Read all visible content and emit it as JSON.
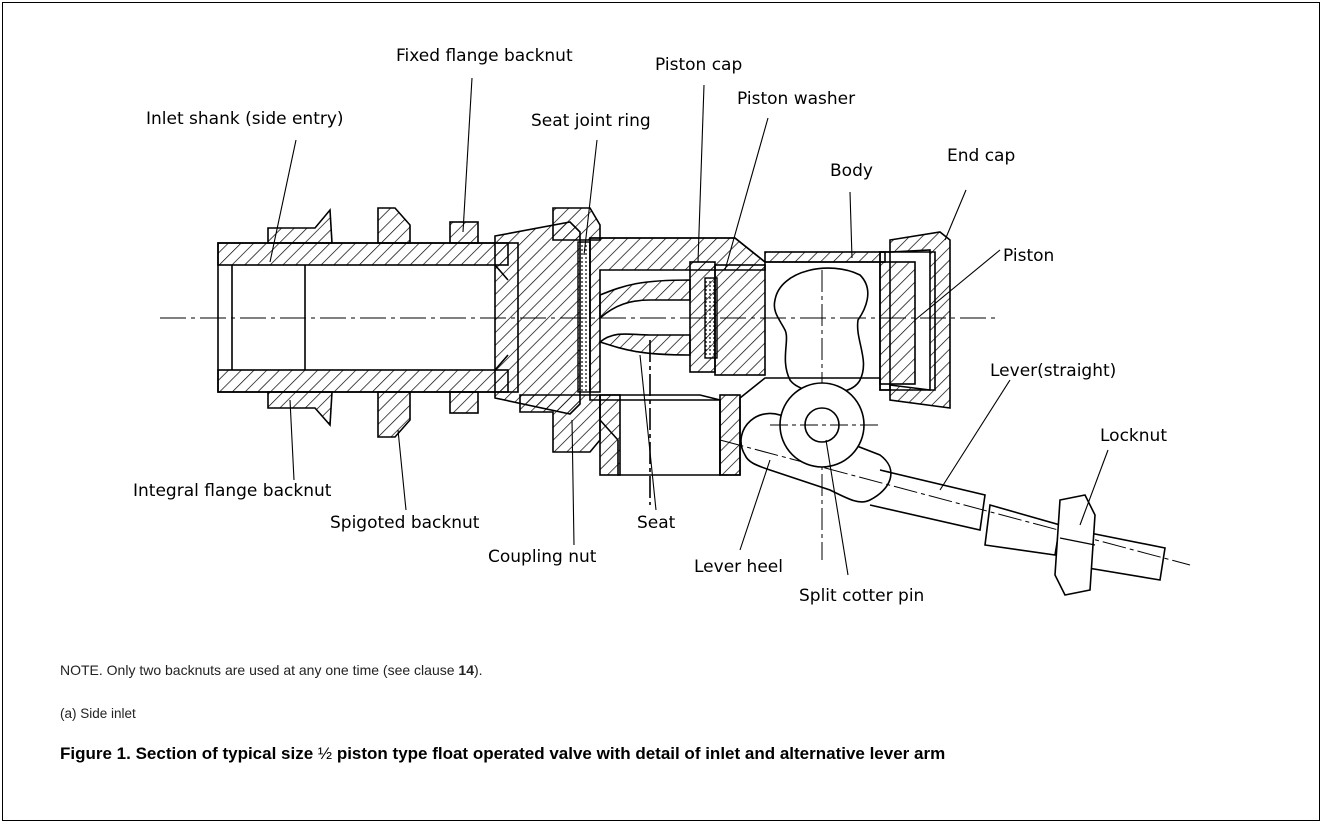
{
  "labels": {
    "fixed_flange_backnut": "Fixed flange backnut",
    "piston_cap": "Piston cap",
    "inlet_shank": "Inlet shank (side entry)",
    "seat_joint_ring": "Seat joint ring",
    "piston_washer": "Piston washer",
    "body": "Body",
    "end_cap": "End cap",
    "piston": "Piston",
    "lever_straight": "Lever(straight)",
    "locknut": "Locknut",
    "integral_flange_backnut": "Integral flange backnut",
    "spigoted_backnut": "Spigoted backnut",
    "seat": "Seat",
    "coupling_nut": "Coupling nut",
    "lever_heel": "Lever heel",
    "split_cotter_pin": "Split cotter pin"
  },
  "note": {
    "prefix": "NOTE. Only two backnuts are used at any one time (see clause ",
    "clause": "14",
    "suffix": ")."
  },
  "subfigure": "(a) Side inlet",
  "caption": {
    "prefix": "Figure 1. Section of typical size ",
    "size": "½",
    "suffix": " piston type float operated valve with detail of inlet and alternative lever arm"
  }
}
